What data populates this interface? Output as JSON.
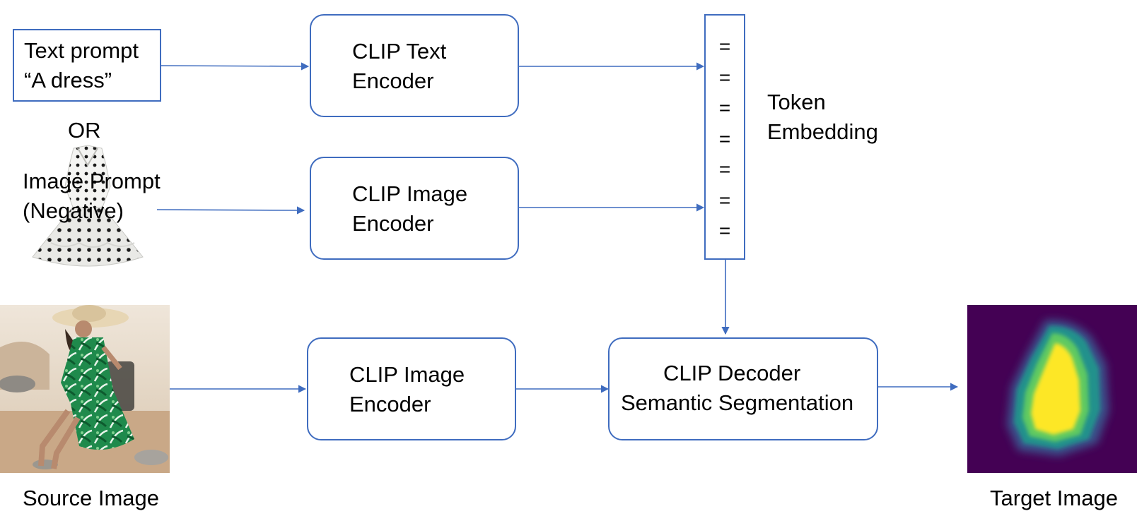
{
  "inputs": {
    "text_prompt": {
      "line1": "Text prompt",
      "line2": "“A dress”"
    },
    "or_label": "OR",
    "image_prompt": {
      "line1": "Image Prompt",
      "line2": "(Negative)"
    }
  },
  "encoders": {
    "text": {
      "line1": "CLIP Text",
      "line2": "Encoder"
    },
    "image_prompt": {
      "line1": "CLIP Image",
      "line2": "Encoder"
    },
    "image_source": {
      "line1": "CLIP Image",
      "line2": "Encoder"
    }
  },
  "token_embedding": {
    "symbols": [
      "=",
      "=",
      "=",
      "=",
      "=",
      "=",
      "="
    ],
    "label_line1": "Token",
    "label_line2": "Embedding"
  },
  "decoder": {
    "line1": "CLIP Decoder",
    "line2": "Semantic Segmentation"
  },
  "source_caption": "Source Image",
  "target_caption": "Target Image",
  "colors": {
    "stroke": "#3f6cbf",
    "mask_background": "#440154",
    "mask_foreground": "#fde725",
    "mask_edge": "#21918c"
  }
}
